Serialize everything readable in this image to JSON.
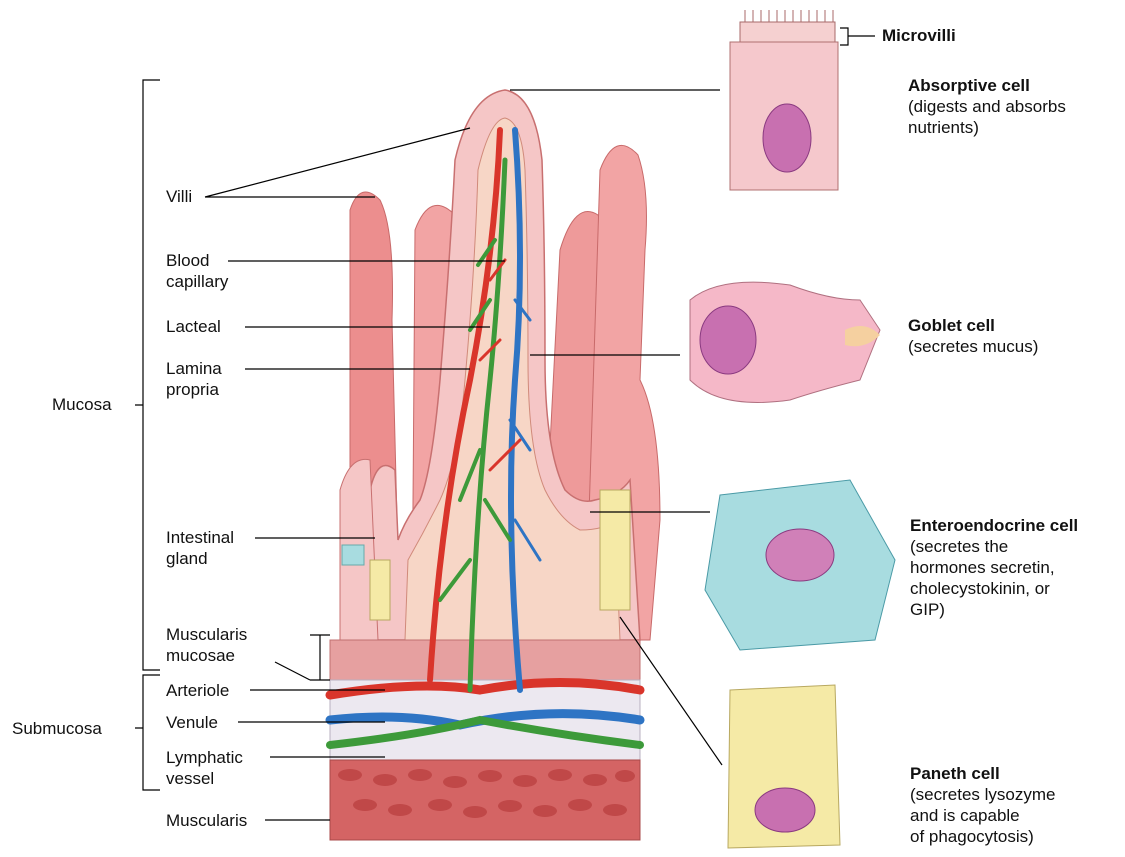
{
  "labels": {
    "villi": "Villi",
    "blood_capillary": "Blood\ncapillary",
    "lacteal": "Lacteal",
    "lamina_propria": "Lamina\npropria",
    "mucosa": "Mucosa",
    "intestinal_gland": "Intestinal\ngland",
    "muscularis_mucosae": "Muscularis\nmucosae",
    "arteriole": "Arteriole",
    "venule": "Venule",
    "submucosa": "Submucosa",
    "lymphatic_vessel": "Lymphatic\nvessel",
    "muscularis": "Muscularis"
  },
  "cells": {
    "microvilli": "Microvilli",
    "absorptive": {
      "title": "Absorptive cell",
      "desc": "(digests and absorbs\n nutrients)"
    },
    "goblet": {
      "title": "Goblet cell",
      "desc": "(secretes mucus)"
    },
    "enteroendocrine": {
      "title": "Enteroendocrine cell",
      "desc": "(secretes the\nhormones secretin,\ncholecystokinin, or\nGIP)"
    },
    "paneth": {
      "title": "Paneth cell",
      "desc": "(secretes lysozyme\nand is capable\nof phagocytosis)"
    }
  },
  "colors": {
    "artery": "#d9352b",
    "vein": "#2e74c4",
    "lymph": "#3d9a3a",
    "villus": "#f0a0a0",
    "villus_dark": "#e27b7b",
    "epithelium": "#f6cccc",
    "lamina": "#f7d4c4",
    "muscle": "#d06060",
    "submucosa": "#e8e4ec",
    "enteroendocrine": "#a8dce0",
    "paneth": "#f5eaa6",
    "nucleus": "#c870b0"
  }
}
